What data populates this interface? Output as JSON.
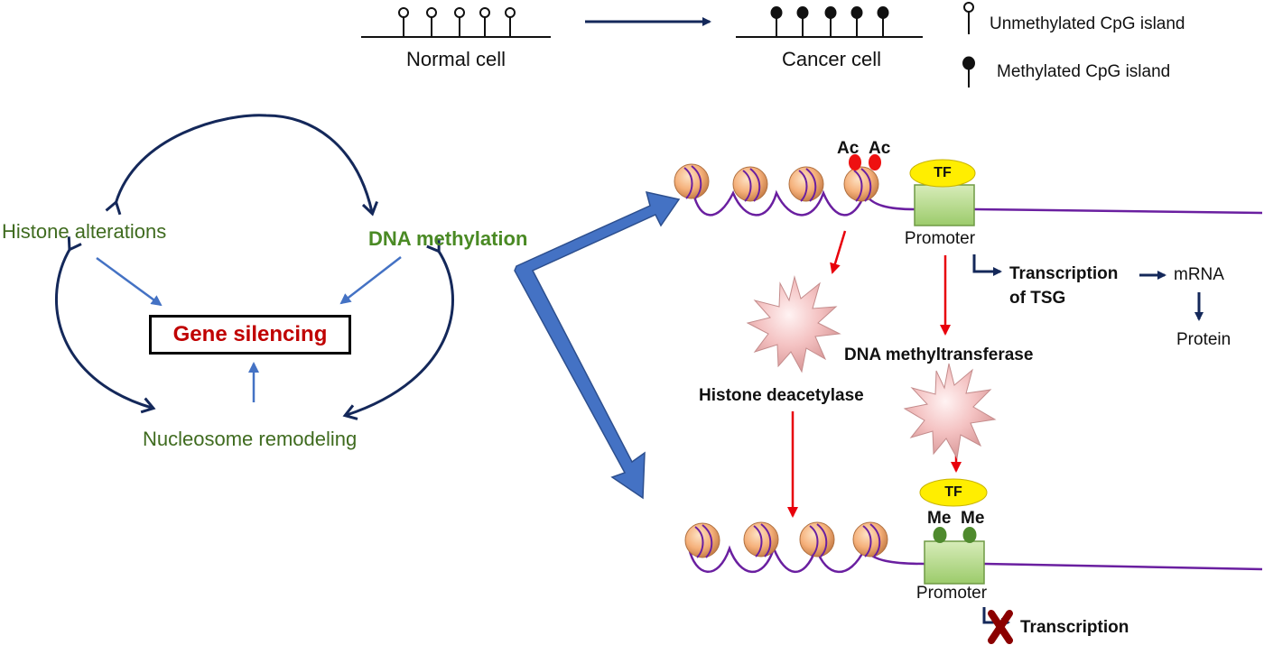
{
  "legend": {
    "unmethylated": "Unmethylated CpG island",
    "methylated": "Methylated CpG island"
  },
  "cells": {
    "normal": "Normal cell",
    "cancer": "Cancer cell"
  },
  "cycle": {
    "histone_alterations": "Histone alterations",
    "dna_methylation": "DNA methylation",
    "nucleosome_remodeling": "Nucleosome remodeling",
    "gene_silencing": "Gene silencing"
  },
  "top_chromatin": {
    "acetyl_1": "Ac",
    "acetyl_2": "Ac",
    "tf": "TF",
    "promoter": "Promoter"
  },
  "pathway": {
    "transcription_tsg_line1": "Transcription",
    "transcription_tsg_line2": "of TSG",
    "mrna": "mRNA",
    "protein": "Protein",
    "dnmt": "DNA methyltransferase",
    "hdac": "Histone deacetylase"
  },
  "bottom_chromatin": {
    "tf": "TF",
    "methyl_1": "Me",
    "methyl_2": "Me",
    "promoter": "Promoter",
    "transcription_blocked": "Transcription"
  },
  "colors": {
    "navy": "#14285a",
    "blue_arrow": "#4472c4",
    "big_arrow": "#4472c4",
    "red_arrow": "#e8000b",
    "dna_strand": "#6a1fa0",
    "nucleosome": "#f5b07a",
    "promoter_box": "#b5d98b",
    "tf_oval": "#ffee00",
    "acetyl": "#ee1111",
    "methyl": "#4f8a2e",
    "enzyme": "#f5c6c6",
    "gene_silencing_text": "#c00000",
    "cross_mark": "#8b0000"
  }
}
